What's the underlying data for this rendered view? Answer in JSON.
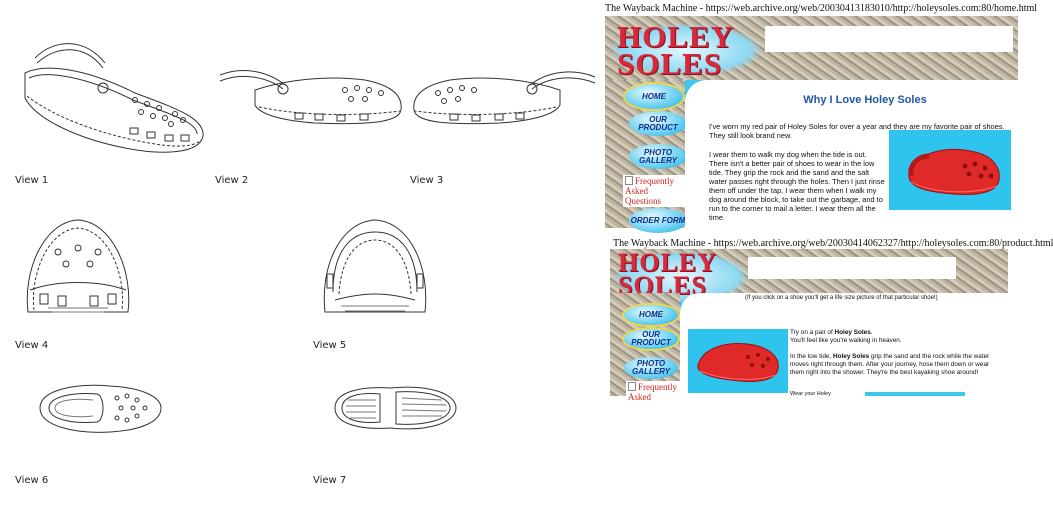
{
  "views": [
    {
      "label": "View 1"
    },
    {
      "label": "View 2"
    },
    {
      "label": "View 3"
    },
    {
      "label": "View 4"
    },
    {
      "label": "View 5"
    },
    {
      "label": "View 6"
    },
    {
      "label": "View 7"
    }
  ],
  "screenshot_1": {
    "caption": "The Wayback Machine - https://web.archive.org/web/20030413183010/http://holeysoles.com:80/home.html",
    "logo_line1": "HOLEY",
    "logo_line2": "SOLES",
    "nav": [
      {
        "label": "HOME"
      },
      {
        "label": "OUR PRODUCT"
      },
      {
        "label": "PHOTO GALLERY"
      },
      {
        "label": "Frequently Asked Questions"
      },
      {
        "label": "ORDER FORM"
      }
    ],
    "heading": "Why I Love Holey Soles",
    "paragraph1": "I've worn my red pair of Holey Soles for over a year and they are my favorite pair of shoes. They still look brand new.",
    "paragraph2": "I wear them to walk my dog when the tide is out. There isn't a better pair of shoes to wear in the low tide. They grip the rock and the sand and the salt water passes right through the holes. Then I just rinse them off under the tap. I wear them when I walk my dog around the block, to take out the garbage, and to run to the corner to mail a letter. I wear them all the time."
  },
  "screenshot_2": {
    "caption": "The Wayback Machine - https://web.archive.org/web/20030414062327/http://holeysoles.com:80/product.html",
    "logo_line1": "HOLEY",
    "logo_line2": "SOLES",
    "note": "(If you click on a shoe you'll get a life size picture of that particular shoe!)",
    "nav": [
      {
        "label": "HOME"
      },
      {
        "label": "OUR PRODUCT"
      },
      {
        "label": "PHOTO GALLERY"
      },
      {
        "label": "Frequently Asked"
      }
    ],
    "p1_prefix": "Try on a pair of ",
    "p1_brand": "Holey Soles",
    "p1_suffix": ".",
    "p1_line2": "You'll feel like you're walking in heaven.",
    "p2_prefix": "In the low tide, ",
    "p2_brand": "Holey Soles",
    "p2_suffix": " grip the sand and the rock while the water moves right through them. After your journey, hose them down or wear them right into the shower. They're the best kayaking shoe around!",
    "p3_partial": "Wear your Holey"
  },
  "colors": {
    "site_cyan": "#3fc6ec",
    "logo_red": "#d8293a",
    "nav_text": "#0d2f8c",
    "heading_blue": "#1f56a8",
    "shoe_red": "#e02a2a"
  }
}
